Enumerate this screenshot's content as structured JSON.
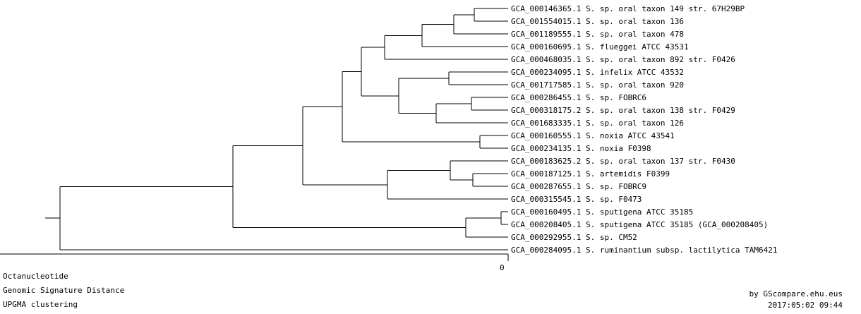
{
  "tree": {
    "leaves": [
      "GCA_000146365.1 S. sp. oral taxon 149 str. 67H29BP",
      "GCA_001554015.1 S. sp. oral taxon 136",
      "GCA_001189555.1 S. sp. oral taxon 478",
      "GCA_000160695.1 S. flueggei ATCC 43531",
      "GCA_000468035.1 S. sp. oral taxon 892 str. F0426",
      "GCA_000234095.1 S. infelix ATCC 43532",
      "GCA_001717585.1 S. sp. oral taxon 920",
      "GCA_000286455.1 S. sp. FOBRC6",
      "GCA_000318175.2 S. sp. oral taxon 138 str. F0429",
      "GCA_001683335.1 S. sp. oral taxon 126",
      "GCA_000160555.1 S. noxia ATCC 43541",
      "GCA_000234135.1 S. noxia F0398",
      "GCA_000183625.2 S. sp. oral taxon 137 str. F0430",
      "GCA_000187125.1 S. artemidis F0399",
      "GCA_000287655.1 S. sp. FOBRC9",
      "GCA_000315545.1 S. sp. F0473",
      "GCA_000160495.1 S. sputigena ATCC 35185",
      "GCA_000208405.1 S. sputigena ATCC 35185 (GCA_000208405)",
      "GCA_000292955.1 S. sp. CM52",
      "GCA_000284095.1 S. ruminantium subsp. lactilytica TAM6421"
    ],
    "axis_zero_label": "0"
  },
  "footer": {
    "line1": "Octanucleotide",
    "line2": "Genomic Signature Distance",
    "line3": "UPGMA clustering",
    "credit": "by GScompare.ehu.eus",
    "timestamp": "2017:05:02 09:44"
  }
}
